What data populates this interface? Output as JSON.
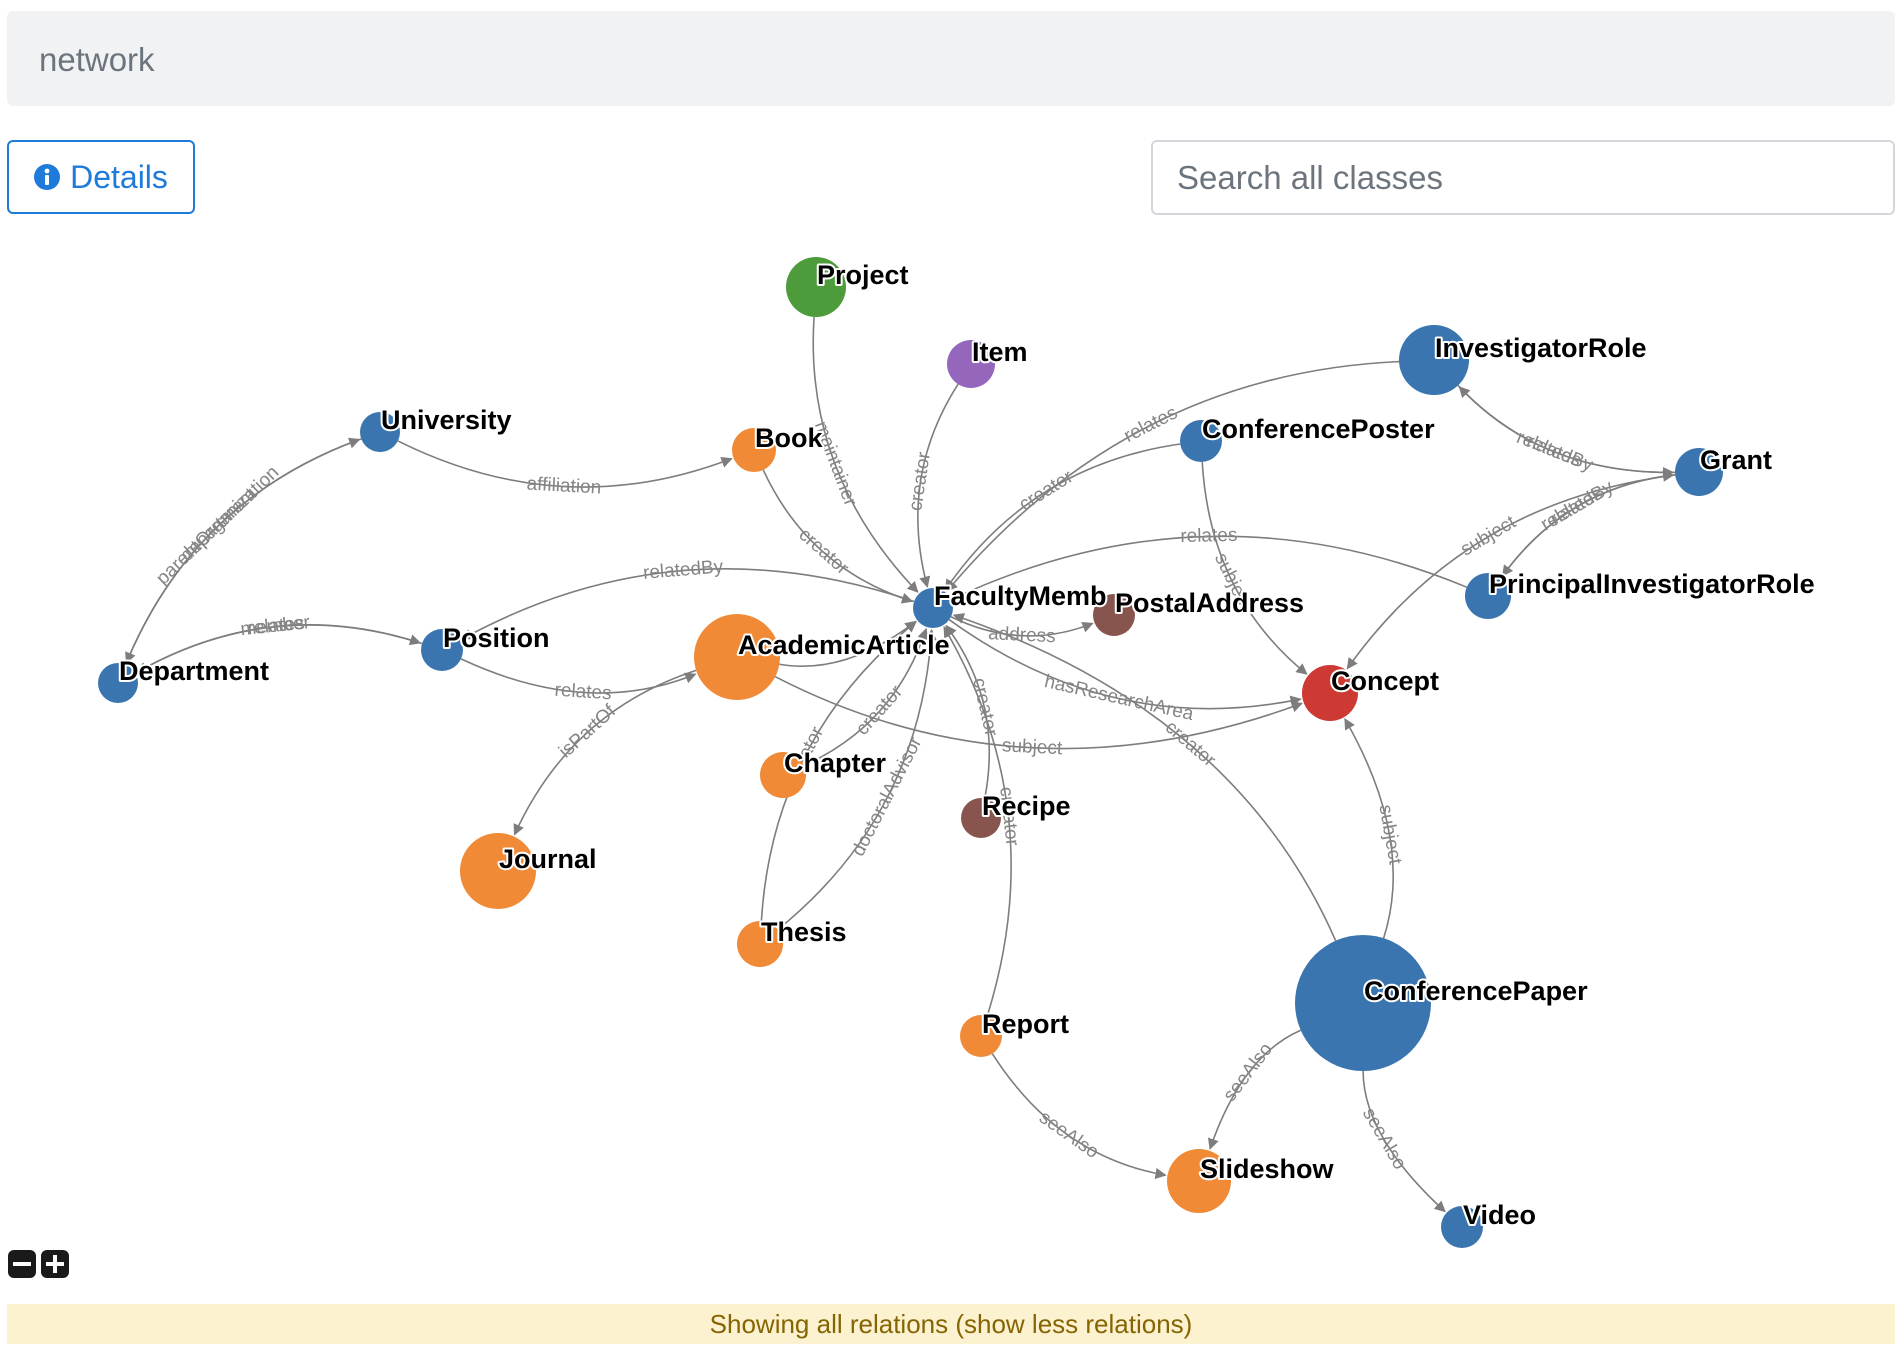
{
  "header": {
    "title": "network"
  },
  "toolbar": {
    "details_label": "Details"
  },
  "search": {
    "placeholder": "Search all classes"
  },
  "footer": {
    "status": "Showing all relations (show less relations)"
  },
  "colors": {
    "blue": "#3a75b0",
    "orange": "#f08a36",
    "green": "#4e9b3b",
    "purple": "#9467bd",
    "brown": "#87554d",
    "red": "#cd3a33"
  },
  "nodes": [
    {
      "id": "Project",
      "color": "green"
    },
    {
      "id": "Item",
      "color": "purple"
    },
    {
      "id": "InvestigatorRole",
      "color": "blue"
    },
    {
      "id": "University",
      "color": "blue"
    },
    {
      "id": "Book",
      "color": "orange"
    },
    {
      "id": "ConferencePoster",
      "color": "blue"
    },
    {
      "id": "Grant",
      "color": "blue"
    },
    {
      "id": "PrincipalInvestigatorRole",
      "color": "blue"
    },
    {
      "id": "FacultyMember",
      "label": "FacultyMemb",
      "color": "blue"
    },
    {
      "id": "PostalAddress",
      "color": "brown"
    },
    {
      "id": "Position",
      "color": "blue"
    },
    {
      "id": "AcademicArticle",
      "color": "orange"
    },
    {
      "id": "Department",
      "color": "blue"
    },
    {
      "id": "Concept",
      "color": "red"
    },
    {
      "id": "Chapter",
      "color": "orange"
    },
    {
      "id": "Recipe",
      "color": "brown"
    },
    {
      "id": "Journal",
      "color": "orange"
    },
    {
      "id": "Thesis",
      "color": "orange"
    },
    {
      "id": "ConferencePaper",
      "color": "blue"
    },
    {
      "id": "Report",
      "color": "orange"
    },
    {
      "id": "Slideshow",
      "color": "orange"
    },
    {
      "id": "Video",
      "color": "blue"
    }
  ],
  "edges": [
    {
      "source": "Project",
      "target": "FacultyMember",
      "label": "maintainer"
    },
    {
      "source": "Item",
      "target": "FacultyMember",
      "label": "creator"
    },
    {
      "source": "Book",
      "target": "FacultyMember",
      "label": "creator"
    },
    {
      "source": "InvestigatorRole",
      "target": "FacultyMember",
      "label": "relates"
    },
    {
      "source": "ConferencePoster",
      "target": "FacultyMember",
      "label": "creator"
    },
    {
      "source": "PrincipalInvestigatorRole",
      "target": "FacultyMember",
      "label": "relates"
    },
    {
      "source": "AcademicArticle",
      "target": "FacultyMember",
      "label": ""
    },
    {
      "source": "Chapter",
      "target": "FacultyMember",
      "label": "creator"
    },
    {
      "source": "Thesis",
      "target": "FacultyMember",
      "label": "doctoralAdvisor"
    },
    {
      "source": "Thesis",
      "target": "FacultyMember",
      "label": "creator"
    },
    {
      "source": "Recipe",
      "target": "FacultyMember",
      "label": "creator"
    },
    {
      "source": "Report",
      "target": "FacultyMember",
      "label": "creator"
    },
    {
      "source": "ConferencePaper",
      "target": "FacultyMember",
      "label": "creator"
    },
    {
      "source": "FacultyMember",
      "target": "PostalAddress",
      "label": "address"
    },
    {
      "source": "FacultyMember",
      "target": "Concept",
      "label": "hasResearchArea"
    },
    {
      "source": "FacultyMember",
      "target": "Position",
      "label": "relatedBy"
    },
    {
      "source": "University",
      "target": "Book",
      "label": "affiliation"
    },
    {
      "source": "University",
      "target": "Department",
      "label": "department"
    },
    {
      "source": "Department",
      "target": "University",
      "label": "parentOrganization"
    },
    {
      "source": "Position",
      "target": "Department",
      "label": "relates"
    },
    {
      "source": "Department",
      "target": "Position",
      "label": "member"
    },
    {
      "source": "Position",
      "target": "AcademicArticle",
      "label": "relates"
    },
    {
      "source": "AcademicArticle",
      "target": "Journal",
      "label": "isPartOf"
    },
    {
      "source": "AcademicArticle",
      "target": "Concept",
      "label": "subject"
    },
    {
      "source": "ConferencePoster",
      "target": "Concept",
      "label": "subject"
    },
    {
      "source": "Grant",
      "target": "Concept",
      "label": "subject"
    },
    {
      "source": "ConferencePaper",
      "target": "Concept",
      "label": "subject"
    },
    {
      "source": "InvestigatorRole",
      "target": "Grant",
      "label": "relates"
    },
    {
      "source": "Grant",
      "target": "InvestigatorRole",
      "label": "relatedBy"
    },
    {
      "source": "Grant",
      "target": "PrincipalInvestigatorRole",
      "label": "relatedBy"
    },
    {
      "source": "PrincipalInvestigatorRole",
      "target": "Grant",
      "label": "relates"
    },
    {
      "source": "ConferencePaper",
      "target": "Slideshow",
      "label": "seeAlso"
    },
    {
      "source": "ConferencePaper",
      "target": "Video",
      "label": "seeAlso"
    },
    {
      "source": "Report",
      "target": "Slideshow",
      "label": "seeAlso"
    }
  ]
}
